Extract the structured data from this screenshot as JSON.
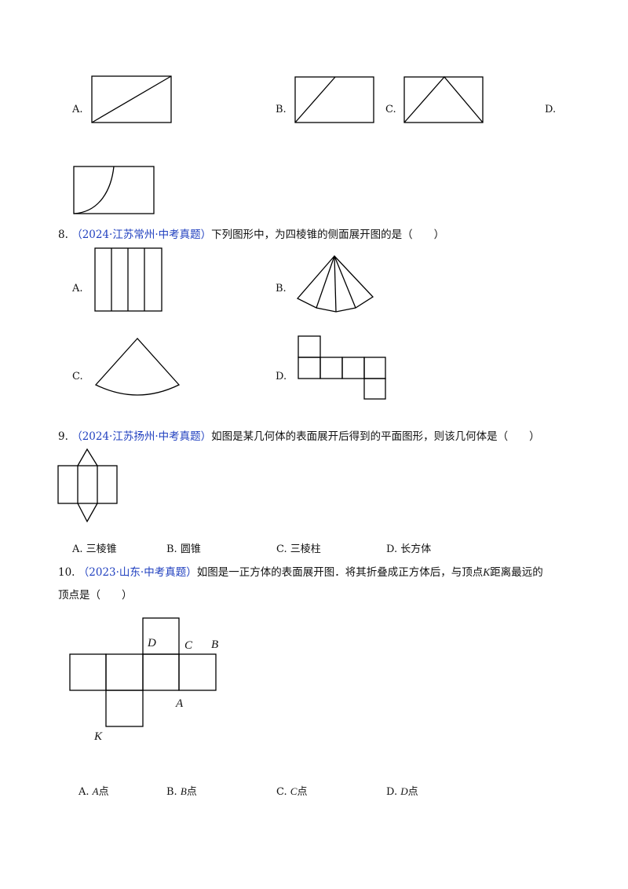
{
  "q7": {
    "options": [
      {
        "letter": "A."
      },
      {
        "letter": "B."
      },
      {
        "letter": "C."
      },
      {
        "letter": "D."
      }
    ]
  },
  "q8": {
    "number": "8.",
    "source_open": "（",
    "source": "2024·江苏常州·中考真题",
    "source_close": "）",
    "stem": "下列图形中，为四棱锥的侧面展开图的是（　　）",
    "options": [
      {
        "letter": "A."
      },
      {
        "letter": "B."
      },
      {
        "letter": "C."
      },
      {
        "letter": "D."
      }
    ]
  },
  "q9": {
    "number": "9.",
    "source_open": "（",
    "source": "2024·江苏扬州·中考真题",
    "source_close": "）",
    "stem": "如图是某几何体的表面展开后得到的平面图形，则该几何体是（　　）",
    "options": [
      {
        "letter": "A.",
        "text": "三棱锥"
      },
      {
        "letter": "B.",
        "text": "圆锥"
      },
      {
        "letter": "C.",
        "text": "三棱柱"
      },
      {
        "letter": "D.",
        "text": "长方体"
      }
    ]
  },
  "q10": {
    "number": "10.",
    "source_open": "（",
    "source": "2023·山东·中考真题",
    "source_close": "）",
    "stem_part1": "如图是一正方体的表面展开图．将其折叠成正方体后，与顶点",
    "stem_var": "K",
    "stem_part2": "距离最远的",
    "stem_line2": "顶点是（　　）",
    "figure_labels": {
      "D": "D",
      "C": "C",
      "B": "B",
      "A": "A",
      "K": "K"
    },
    "options": [
      {
        "letter": "A.",
        "var": "A",
        "text": "点"
      },
      {
        "letter": "B.",
        "var": "B",
        "text": "点"
      },
      {
        "letter": "C.",
        "var": "C",
        "text": "点"
      },
      {
        "letter": "D.",
        "var": "D",
        "text": "点"
      }
    ]
  }
}
